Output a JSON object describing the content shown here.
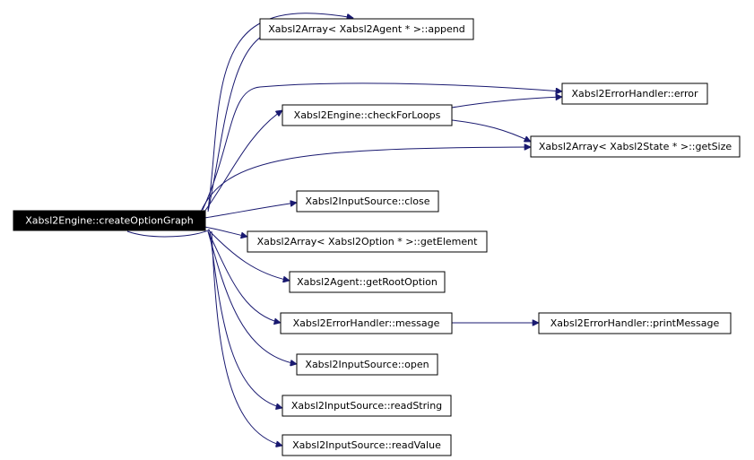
{
  "colors": {
    "edge": "#191970",
    "node_border": "#000000",
    "root_fill": "#000000",
    "root_text": "#ffffff",
    "node_fill": "#ffffff",
    "node_text": "#000000"
  },
  "nodes": [
    {
      "id": "root",
      "label": "Xabsl2Engine::createOptionGraph",
      "root": true
    },
    {
      "id": "append",
      "label": "Xabsl2Array< Xabsl2Agent * >::append"
    },
    {
      "id": "error",
      "label": "Xabsl2ErrorHandler::error"
    },
    {
      "id": "checkForLoops",
      "label": "Xabsl2Engine::checkForLoops"
    },
    {
      "id": "getSize",
      "label": "Xabsl2Array< Xabsl2State * >::getSize"
    },
    {
      "id": "close",
      "label": "Xabsl2InputSource::close"
    },
    {
      "id": "getElement",
      "label": "Xabsl2Array< Xabsl2Option * >::getElement"
    },
    {
      "id": "getRootOption",
      "label": "Xabsl2Agent::getRootOption"
    },
    {
      "id": "message",
      "label": "Xabsl2ErrorHandler::message"
    },
    {
      "id": "printMessage",
      "label": "Xabsl2ErrorHandler::printMessage"
    },
    {
      "id": "open",
      "label": "Xabsl2InputSource::open"
    },
    {
      "id": "readString",
      "label": "Xabsl2InputSource::readString"
    },
    {
      "id": "readValue",
      "label": "Xabsl2InputSource::readValue"
    }
  ],
  "edges": [
    {
      "from": "root",
      "to": "append"
    },
    {
      "from": "root",
      "to": "error"
    },
    {
      "from": "root",
      "to": "checkForLoops"
    },
    {
      "from": "root",
      "to": "getSize"
    },
    {
      "from": "root",
      "to": "close"
    },
    {
      "from": "root",
      "to": "getElement"
    },
    {
      "from": "root",
      "to": "getRootOption"
    },
    {
      "from": "root",
      "to": "message"
    },
    {
      "from": "root",
      "to": "open"
    },
    {
      "from": "root",
      "to": "readString"
    },
    {
      "from": "root",
      "to": "readValue"
    },
    {
      "from": "checkForLoops",
      "to": "error"
    },
    {
      "from": "checkForLoops",
      "to": "getSize"
    },
    {
      "from": "message",
      "to": "printMessage"
    }
  ]
}
